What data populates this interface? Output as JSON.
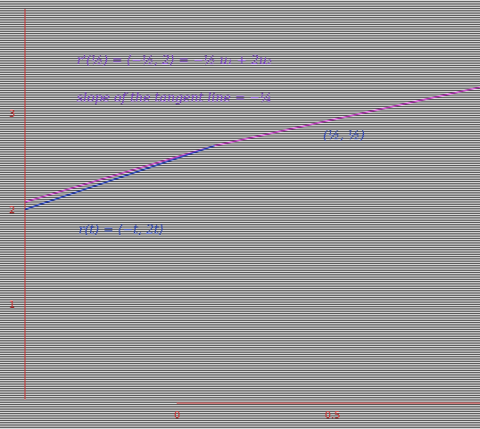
{
  "chart_data": {
    "type": "line",
    "title": "",
    "xlabel": "",
    "ylabel": "",
    "xlim": [
      0,
      1.2
    ],
    "ylim": [
      1,
      3.2
    ],
    "x_ticks": [
      "0",
      "0.5"
    ],
    "y_ticks": [
      "1",
      "2",
      "3"
    ],
    "annotations": {
      "derivative": "r'(½) = ⟨−½, 2⟩ = −½ u₁ + 2u₂",
      "slope": "slope of the tangent line = −¼",
      "point": "(½, ½)",
      "velocity": "r(t) = ⟨−t, 2t⟩"
    },
    "series": [
      {
        "color": "#c040c0",
        "points": [
          {
            "x": 0.0,
            "y": 1.97
          },
          {
            "x": 0.5,
            "y": 2.5
          },
          {
            "x": 1.2,
            "y": 3.05
          }
        ]
      },
      {
        "color": "#2b44b8",
        "points": [
          {
            "x": 0.0,
            "y": 1.9
          },
          {
            "x": 0.5,
            "y": 2.5
          }
        ]
      }
    ]
  }
}
